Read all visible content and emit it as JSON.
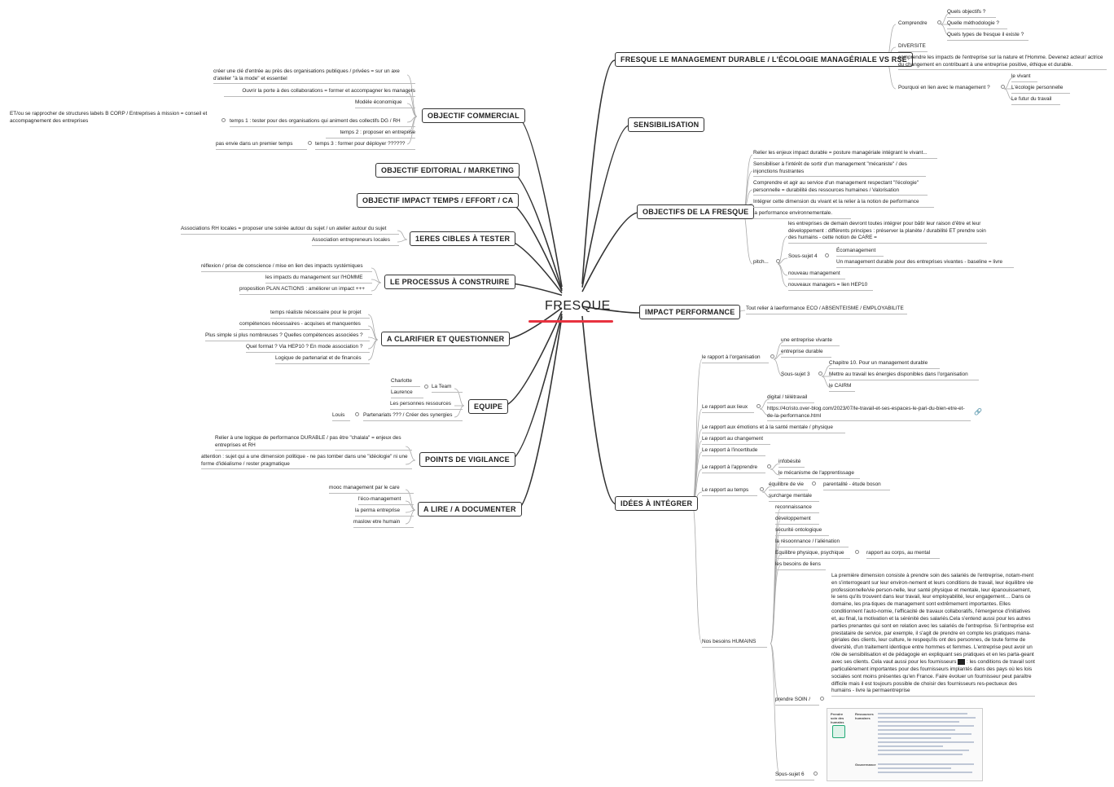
{
  "central": "FRESQUE",
  "colors": {
    "accent": "#e8323f",
    "line": "#333333",
    "subline": "#aaaaaa"
  },
  "left": {
    "commercial": {
      "title": "OBJECTIF COMMERCIAL",
      "items": [
        "créer une clé d'entrée au près des organisations publiques / privées = sur un axe d'atelier \"à la mode\" et essentiel",
        "Ouvrir la porte à des collaborations = former et accompagner les managers",
        "Modèle économique",
        "temps 1 : tester pour des organisations qui animent des collectifs DG / RH",
        "ET/ou se rapprocher de structures labels B CORP / Entreprises à mission = conseil et accompagnement des entreprises",
        "temps 2 : proposer en entreprise",
        "temps 3 : former pour déployer ??????",
        "pas envie dans un premier temps"
      ]
    },
    "editorial": {
      "title": "OBJECTIF EDITORIAL / MARKETING"
    },
    "impact": {
      "title": "OBJECTIF IMPACT TEMPS / EFFORT / CA"
    },
    "cibles": {
      "title": "1ERES CIBLES À TESTER",
      "items": [
        "Associations RH locales = proposer une soirée autour du sujet / un atelier autour du sujet",
        "Association entrepreneurs locales"
      ]
    },
    "processus": {
      "title": "LE PROCESSUS À CONSTRUIRE",
      "items": [
        "réflexion / prise de conscience / mise en lien des impacts systémiques",
        "les impacts du management sur l'HOMME",
        "proposition PLAN ACTIONS : améliorer un impact +++"
      ]
    },
    "clarifier": {
      "title": "A CLARIFIER ET QUESTIONNER",
      "items": [
        "temps réaliste nécessaire pour le projet",
        "compétences nécessaires - acquises et manquentes",
        "Plus simple si plus nombreuses ? Quelles compétences associées ?",
        "Quel format ? Via HEP10 ? En mode association ?",
        "Logique de partenariat et de financés"
      ]
    },
    "equipe": {
      "title": "EQUIPE",
      "items": [
        "La Team",
        "Charlotte",
        "Laurence",
        "Les personnes ressources",
        "Partenariats ??? / Créer des synergies",
        "Louis"
      ]
    },
    "vigilance": {
      "title": "POINTS DE VIGILANCE",
      "items": [
        "Relier à une logique de performance DURABLE / pas être \"chalala\" = enjeux des entreprises et RH",
        "attention : sujet qui a une dimension politique - ne pas tomber dans une \"idéologie\" ni une forme d'idéalisme / rester pragmatique"
      ]
    },
    "lire": {
      "title": "A LIRE / A DOCUMENTER",
      "items": [
        "mooc management par le care",
        "l'éco-management",
        "la perma entreprise",
        "maslow etre humain"
      ]
    }
  },
  "right": {
    "rse": {
      "title": "FRESQUE LE MANAGEMENT DURABLE / L'ÉCOLOGIE MANAGÉRIALE VS RSE",
      "comprendre": "Comprendre",
      "comprendre_items": [
        "Quels objectifs ?",
        "Quelle méthodologie ?",
        "Quels types de fresque il existe ?"
      ],
      "diversite": "DIVERSITE",
      "impacts": "comprendre les impacts de l'entreprise sur la nature et l'Homme. Devenez acteur/ actrice du changement en contribuant à une entreprise positive, éthique et durable.",
      "pourquoi": "Pourquoi en lien avec le management ?",
      "pourquoi_items": [
        "le vivant",
        "L'écologie personnelle",
        "Le futur du travail"
      ]
    },
    "sensibilisation": {
      "title": "SENSIBILISATION"
    },
    "objectifs": {
      "title": "OBJECTIFS DE LA FRESQUE",
      "items": [
        "Relier les enjeux impact durable = posture managériale intégrant le vivant...",
        "Sensibiliser à l'intérêt de sortir d'un management \"mécaniste\" / des injonctions frustrantes",
        "Comprendre et agir au service d'un management respectant \"l'écologie\" personnelle = durabilité des ressources humaines / Valorisation",
        "Intégrer cette dimension du vivant et la relier à la notion de performance",
        "la performance environnementale."
      ],
      "pitch": "pitch...",
      "pitch_text": "les entreprises de demain devront toutes intégrer pour bâtir leur raison d'être et leur développement : différents principes : préserver la planète / durabilité ET prendre soin des humains - cette notion de CARE =",
      "sous_sujet": "Sous-sujet 4",
      "sous_items": [
        "Écomanagement",
        "Un management durable pour des entreprises vivantes - baseline = livre"
      ],
      "nouveau": [
        "nouveau management",
        "nouveaux managers = lien HEP10"
      ]
    },
    "perf": {
      "title": "IMPACT PERFORMANCE",
      "item": "Tout relier à laerformance ECO / ABSENTEISME / EMPLOYABILITE"
    },
    "idees": {
      "title": "IDÉES À INTÉGRER",
      "organisation": "le rapport à l'organisation",
      "org_items": [
        "une entreprise vivante",
        "entreprise durable"
      ],
      "sous3": "Sous-sujet 3",
      "sous3_items": [
        "Chapitre 10. Pour un management durable",
        "Mettre au travail les énergies disponibles dans l'organisation",
        "le CAIRM"
      ],
      "lieux": "Le rapport aux lieux",
      "lieux_items": [
        "digital / télétravail",
        "https://4cristo.over-blog.com/2023/07/le-travail-et-ses-espaces-le-pari-du-bien-etre-et-de-la-performance.html"
      ],
      "emotions": "Le rapport aux émotions et à la santé mentale / physique",
      "changement": "Le rapport au changement",
      "incertitude": "Le rapport à l'incertitude",
      "apprendre": "Le rapport à l'apprendre",
      "apprendre_items": [
        "infobésité",
        "le mécanisme de l'apprentissage"
      ],
      "temps": "Le rapport au temps",
      "temps_items": [
        "équilibre de vie",
        "parentalité - étude boson",
        "surcharge mentale"
      ],
      "humains": "Nos besoins HUMAINS",
      "humains_items": [
        "reconnaissance",
        "développement",
        "sécurité ontologique",
        "la résoonnance / l'aliénation",
        "Equilibre physique, psychique",
        "rapport au corps, au mental",
        "les besoins de liens"
      ],
      "prendre": "prendre SOIN /",
      "soin_text_a": "La première dimension consiste à prendre soin des salariés de l'entreprise, notam-ment en s'interrogeant sur leur environ-nement et leurs conditions de travail, leur équilibre vie professionnelle/vie person-nelle, leur santé physique et mentale, leur épanouissement, le sens qu'ils trouvent dans leur travail, leur employabilité, leur engagement… Dans ce domaine, les pra-tiques de management sont extrêmement importantes. Elles conditionnent l'auto-nomie, l'efficacité de travaux collaboratifs, l'émergence d'initiatives et, au final, la motivation et la sérénité des salariés.Cela s'entend aussi pour les autres parties prenantes qui sont en relation avec les salariés de l'entreprise. Si l'entreprise est prestataire de service, par exemple, il s'agit de prendre en compte les pratiques mana-gériales des clients, leur culture, le respequ'ils ont des personnes, de toute forme de diversité, d'un traitement identique entre hommes et femmes. L'entreprise peut avoir un rôle de sensibilisation et de pédagogie en expliquant ses pratiques et en les parta-geant avec ses clients. Cela vaut aussi pour les fournisseurs",
      "soin_text_b": ": les conditions de travail sont particulièrement importantes pour des fournisseurs implantés dans des pays où les lois sociales sont moins présentes qu'en France. Faire évoluer un fournisseur peut paraître difficile mais il est toujours possible de choisir des fournisseurs res-pectueux des humains - livre la permaentreprise",
      "sous6": "Sous-sujet 6",
      "thumb": {
        "col1": "Prendre soin des humains",
        "col2a": "Ressources humaines",
        "col2b": "Gouvernance"
      }
    }
  }
}
